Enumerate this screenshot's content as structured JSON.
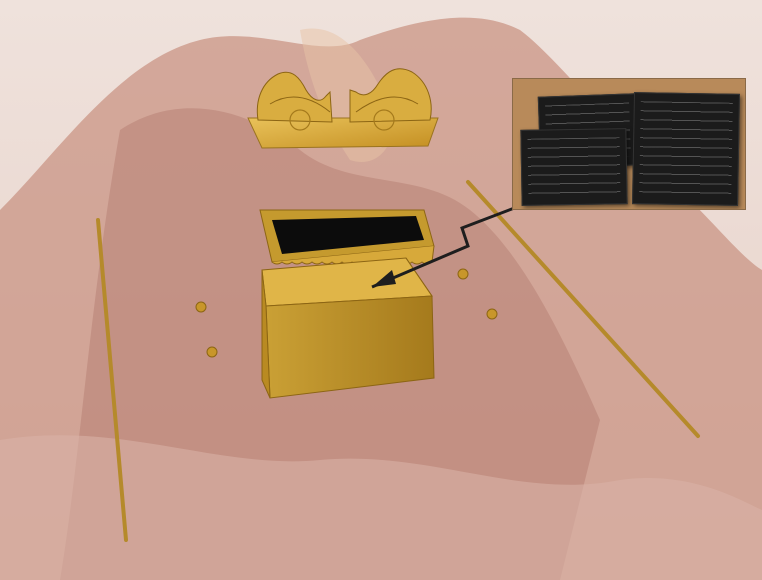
{
  "scene": {
    "background": "painted-volcano-mountain",
    "objects": [
      "ark-cover-with-cherubim",
      "ark-lid",
      "ark-box",
      "carrying-pole",
      "carrying-pole",
      "gold-ring",
      "gold-ring",
      "gold-ring",
      "gold-ring",
      "stone-tablets-photo-inset",
      "pointer-arrow"
    ]
  },
  "colors": {
    "gold": "#d7a93a",
    "gold_dark": "#9a7320",
    "arrow": "#1e1e1e",
    "tablet": "#1b1b1b",
    "sky": "#e8d6cf",
    "mountain": "#b07a6a"
  }
}
